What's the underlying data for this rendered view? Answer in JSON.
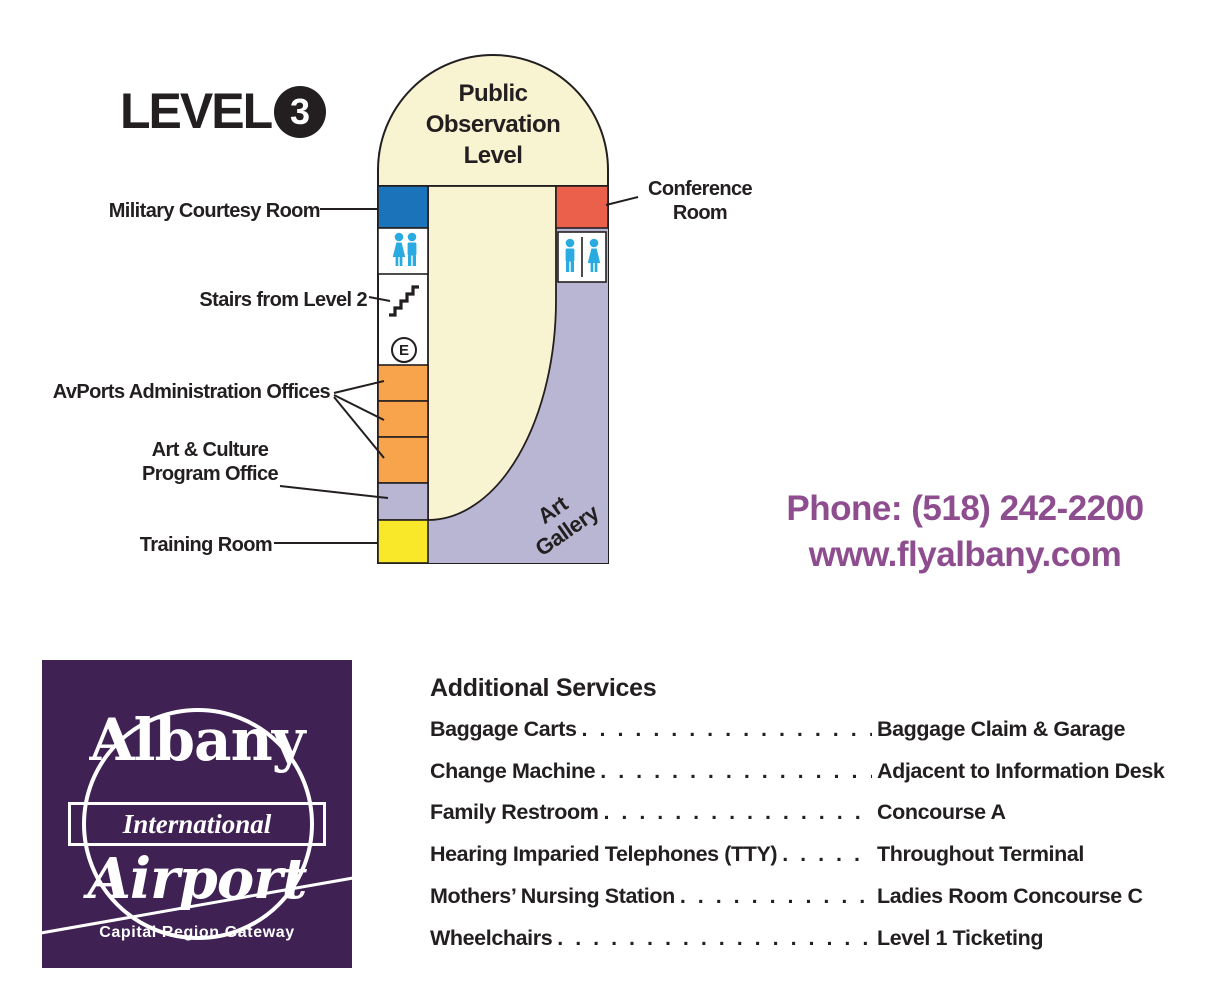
{
  "header": {
    "level_label": "LEVEL",
    "level_number": "3"
  },
  "map": {
    "dome_label": "Public Observation Level",
    "labels": {
      "military": "Military Courtesy Room",
      "stairs": "Stairs from Level 2",
      "avports": "AvPorts Administration Offices",
      "art_culture": "Art & Culture Program Office",
      "training": "Training Room",
      "conference": "Conference Room",
      "art_gallery": "Art Gallery",
      "elevator": "E"
    }
  },
  "contact": {
    "phone": "Phone: (518) 242-2200",
    "website": "www.flyalbany.com"
  },
  "logo": {
    "name_top": "Albany",
    "name_middle": "International",
    "name_bottom": "Airport",
    "tagline": "Capital Region Gateway"
  },
  "services": {
    "title": "Additional Services",
    "items": [
      {
        "service": "Baggage Carts",
        "location": "Baggage Claim & Garage"
      },
      {
        "service": "Change Machine",
        "location": "Adjacent to Information Desk"
      },
      {
        "service": "Family Restroom",
        "location": "Concourse A"
      },
      {
        "service": "Hearing Imparied Telephones (TTY)",
        "location": "Throughout Terminal"
      },
      {
        "service": "Mothers’ Nursing Station",
        "location": "Ladies Room Concourse C"
      },
      {
        "service": "Wheelchairs",
        "location": "Level 1 Ticketing"
      }
    ]
  },
  "colors": {
    "cream": "#F8F3D0",
    "lavender": "#B9B6D3",
    "blue_room": "#1B74B9",
    "red_room": "#EB604A",
    "orange_room": "#F7A44C",
    "yellow_room": "#F9E829",
    "restroom_icon": "#29ABE2",
    "accent_purple": "#8E4D8E",
    "logo_purple": "#3F2153",
    "ink": "#231F20"
  }
}
